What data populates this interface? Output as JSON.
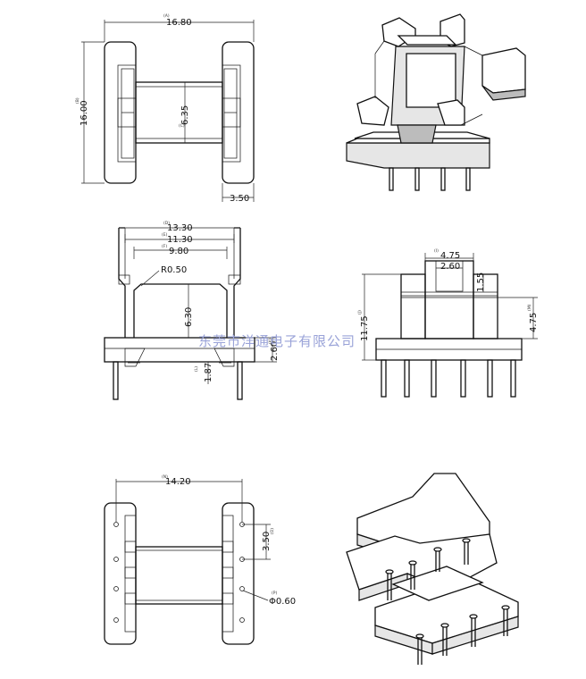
{
  "dimensions": {
    "top_width": "16.80",
    "top_height": "16.00",
    "top_center": "6.35",
    "top_flange": "3.50",
    "front_w1": "13.30",
    "front_w2": "11.30",
    "front_w3": "9.80",
    "front_radius": "R0.50",
    "front_inner_height": "6.30",
    "front_base_height": "2.60",
    "front_pin_height": "1.87",
    "side_top": "4.75",
    "side_slot": "2.60",
    "side_rib": "1.55",
    "side_total_height": "11.75",
    "side_right_height": "4.75",
    "bottom_pin_span": "14.20",
    "bottom_pin_pitch": "3.50",
    "bottom_pin_dia": "Φ0.60"
  },
  "tags": {
    "a": "(A)",
    "b": "(B)",
    "c": "(C)",
    "d": "(D)",
    "e": "(E)",
    "f": "(F)",
    "i": "(I)",
    "j": "(J)",
    "k": "(K)",
    "l": "(L)",
    "m": "(M)",
    "n": "(N)",
    "o": "(O)"
  },
  "watermark": "东莞市洋通电子有限公司",
  "colors": {
    "line": "#111111",
    "watermark": "#9aa3d8"
  }
}
